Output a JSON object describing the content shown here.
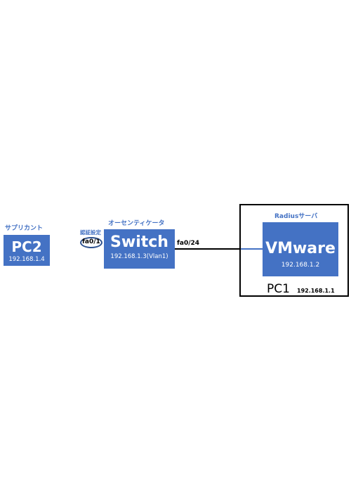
{
  "supplicant": {
    "role_label": "サプリカント",
    "name": "PC2",
    "ip": "192.168.1.4"
  },
  "authenticator": {
    "role_label": "オーセンティケータ",
    "name": "Switch",
    "ip": "192.168.1.3(Vlan1)",
    "auth_config_label": "認証設定",
    "access_port": "fa0/1",
    "uplink_port": "fa0/24"
  },
  "radius_server": {
    "role_label": "Radiusサーバ",
    "name": "VMware",
    "ip": "192.168.1.2"
  },
  "host_pc": {
    "name": "PC1",
    "ip": "192.168.1.1"
  },
  "colors": {
    "device_fill": "#4472c4",
    "label_blue": "#4472c4",
    "link": "#000000",
    "port_oval": "#2f528f"
  }
}
